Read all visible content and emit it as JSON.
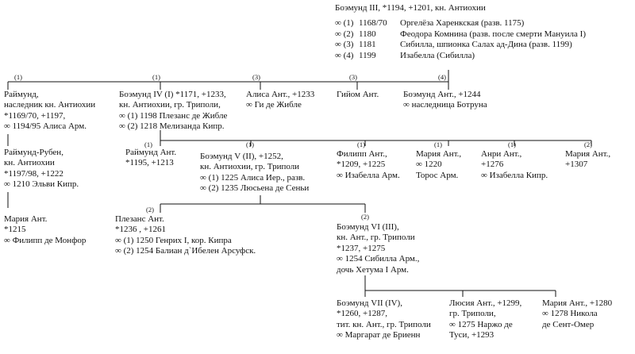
{
  "root": {
    "name": "Боэмунд III, *1194, +1201, кн. Антиохии",
    "marriages": [
      {
        "mark": "∞ (1)",
        "year": "1168/70",
        "spouse": "Оргелёза Харенкская (разв. 1175)"
      },
      {
        "mark": "∞ (2)",
        "year": "1180",
        "spouse": "Феодора Комнина (разв. после смерти Мануила I)"
      },
      {
        "mark": "∞ (3)",
        "year": "1181",
        "spouse": "Сибилла,  шпионка Салах ад-Дина (разв. 1199)"
      },
      {
        "mark": "∞ (4)",
        "year": "1199",
        "spouse": "Изабелла (Сибилла)"
      }
    ]
  },
  "gen1": {
    "raimund": {
      "num": "(1)",
      "lines": [
        "Раймунд,",
        "наследник кн. Антиохии",
        "*1169/70, +1197,",
        "∞ 1194/95   Алиса Арм."
      ]
    },
    "boemund4": {
      "num": "(1)",
      "lines": [
        "Боэмунд IV (I) *1171, +1233,",
        "кн. Антиохии, гр. Триполи,",
        "∞ (1) 1198 Плезанс де Жибле",
        "∞ (2) 1218 Мелизанда Кипр."
      ]
    },
    "alisa": {
      "num": "(3)",
      "lines": [
        "Алиса Ант.,  +1233",
        "∞ Ги де Жибле"
      ]
    },
    "guillaume": {
      "num": "(3)",
      "lines": [
        "Гийом Ант."
      ]
    },
    "boemund_s": {
      "num": "(4)",
      "lines": [
        "Боэмунд Ант.,  +1244",
        "∞ наследница Ботруна"
      ]
    }
  },
  "gen2": {
    "raimund_ruben": {
      "lines": [
        "Раймунд-Рубен,",
        "кн. Антиохии",
        "*1197/98, +1222",
        "∞ 1210 Эльви Кипр."
      ]
    },
    "raimund_ant": {
      "num": "(1)",
      "lines": [
        "Раймунд Ант.",
        "*1195, +1213"
      ]
    },
    "boemund5": {
      "num": "(1)",
      "lines": [
        "Боэмунд V (II),  +1252,",
        "кн. Антиохии, гр. Триполи",
        "∞ (1) 1225 Алиса Иер., разв.",
        "∞ (2) 1235 Люсьена де Сеньи"
      ]
    },
    "philipp": {
      "num": "(1)",
      "lines": [
        "Филипп  Ант.,",
        "*1209, +1225",
        "∞ Изабелла Арм."
      ]
    },
    "maria1": {
      "num": "(1)",
      "lines": [
        "Мария Ант.,",
        "∞ 1220",
        "Торос Арм."
      ]
    },
    "henri": {
      "num": "(1)",
      "lines": [
        "Анри Ант.,",
        "+1276",
        "∞ Изабелла Кипр."
      ]
    },
    "maria2": {
      "num": "(2)",
      "lines": [
        "Мария Ант.,",
        "+1307"
      ]
    }
  },
  "gen3": {
    "maria_ant": {
      "lines": [
        "Мария Ант.",
        "*1215",
        "∞ Филипп де Монфор"
      ]
    },
    "plezans": {
      "num": "(2)",
      "lines": [
        "Плезанс Ант.",
        "*1236 ,  +1261",
        "∞ (1) 1250 Генрих I, кор. Кипра",
        "∞ (2) 1254 Балиан д`Ибелен Арсуфск."
      ]
    },
    "boemund6": {
      "num": "(2)",
      "lines": [
        "Боэмунд VI (III),",
        " кн. Ант., гр. Триполи",
        "*1237, +1275",
        "∞ 1254 Сибилла Арм.,",
        "дочь Хетума I Арм."
      ]
    }
  },
  "gen4": {
    "boemund7": {
      "lines": [
        "Боэмунд VII (IV),",
        "*1260, +1287,",
        "тит. кн. Ант., гр. Триполи",
        "∞ Маргарат де Бриенн"
      ]
    },
    "lucia": {
      "lines": [
        "Люсия Ант., +1299,",
        "гр. Триполи,",
        "∞ 1275 Наржо де",
        "Туси, +1293"
      ]
    },
    "maria3": {
      "lines": [
        "Мария Ант., +1280",
        "∞ 1278 Никола",
        "де Сент-Омер"
      ]
    }
  }
}
